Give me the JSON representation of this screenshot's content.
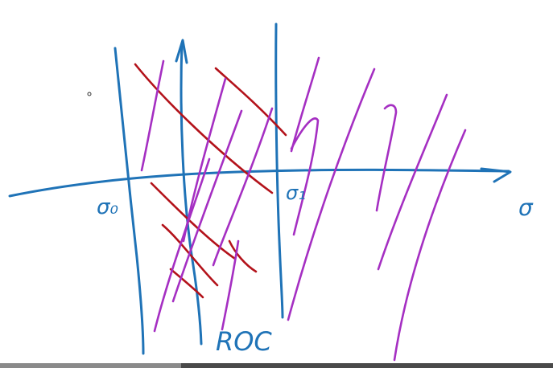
{
  "labels": {
    "sigma0": "σ₀",
    "sigma1": "σ₁",
    "sigma_axis": "σ",
    "roc": "ROC"
  },
  "colors": {
    "axis_ink": "#1f73b7",
    "hatch_right": "#a52fc2",
    "hatch_left": "#b3121a"
  }
}
